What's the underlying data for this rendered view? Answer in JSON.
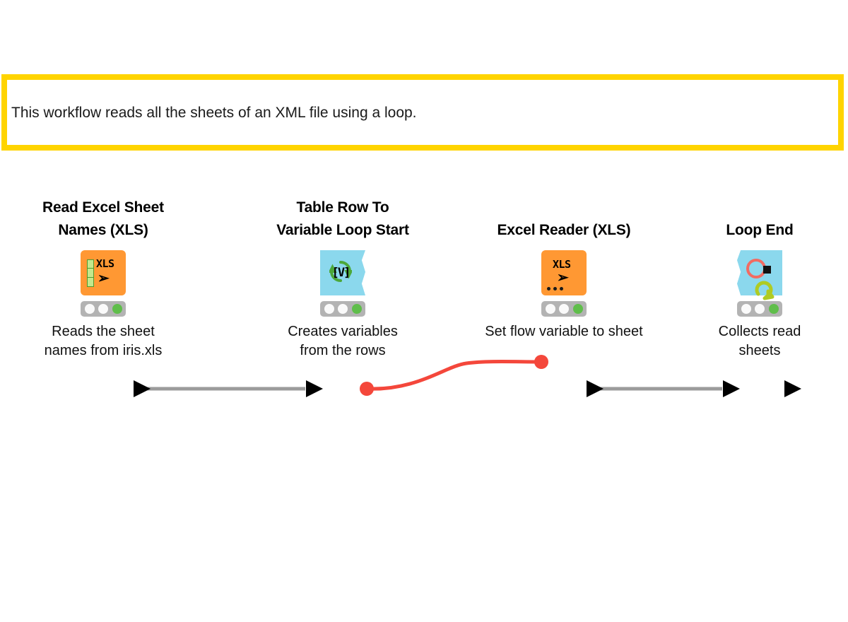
{
  "annotation": {
    "text": "This workflow reads all the sheets of an XML file using a loop.",
    "border_color": "#FFD400",
    "background_color": "#FFFFFF"
  },
  "workflow": {
    "nodes": [
      {
        "id": "read-excel-sheet-names",
        "title_line1": "Read Excel Sheet",
        "title_line2": "Names (XLS)",
        "description_line1": "Reads the sheet",
        "description_line2": "names from iris.xls",
        "icon": "xls-sheet-names-icon",
        "icon_label": "XLS",
        "shape": "square",
        "color": "#FF9833",
        "status": "executed",
        "status_lamps": [
          "idle",
          "idle",
          "green"
        ]
      },
      {
        "id": "table-row-to-variable-loop-start",
        "title_line1": "Table Row To",
        "title_line2": "Variable Loop Start",
        "description_line1": "Creates variables",
        "description_line2": "from the rows",
        "icon": "variable-loop-icon",
        "icon_label": "[V]",
        "shape": "loop-start",
        "color": "#8BD8ED",
        "status": "executed",
        "status_lamps": [
          "idle",
          "idle",
          "green"
        ]
      },
      {
        "id": "excel-reader-xls",
        "title_line1": "Excel Reader (XLS)",
        "title_line2": "",
        "description_line1": "Set flow variable to sheet",
        "description_line2": "",
        "icon": "xls-reader-icon",
        "icon_label": "XLS",
        "shape": "square",
        "color": "#FF9833",
        "status": "executed",
        "status_lamps": [
          "idle",
          "idle",
          "green"
        ]
      },
      {
        "id": "loop-end",
        "title_line1": "Loop End",
        "title_line2": "",
        "description_line1": "Collects read",
        "description_line2": "sheets",
        "icon": "loop-end-icon",
        "icon_label": "",
        "shape": "loop-end",
        "color": "#8BD8ED",
        "status": "executed",
        "status_lamps": [
          "idle",
          "idle",
          "green"
        ]
      }
    ],
    "connections": [
      {
        "id": "conn-data-1",
        "from": "read-excel-sheet-names",
        "to": "table-row-to-variable-loop-start",
        "type": "data",
        "color": "#9B9B9B"
      },
      {
        "id": "conn-flowvar",
        "from": "table-row-to-variable-loop-start",
        "to": "excel-reader-xls",
        "type": "flow-variable",
        "color": "#F4473B"
      },
      {
        "id": "conn-data-2",
        "from": "excel-reader-xls",
        "to": "loop-end",
        "type": "data",
        "color": "#9B9B9B"
      }
    ]
  },
  "colors": {
    "node_orange": "#FF9833",
    "node_blue": "#8BD8ED",
    "flow_variable_red": "#F4473B",
    "data_connection_gray": "#9B9B9B",
    "status_green": "#5FBE4A",
    "annotation_yellow": "#FFD400"
  }
}
